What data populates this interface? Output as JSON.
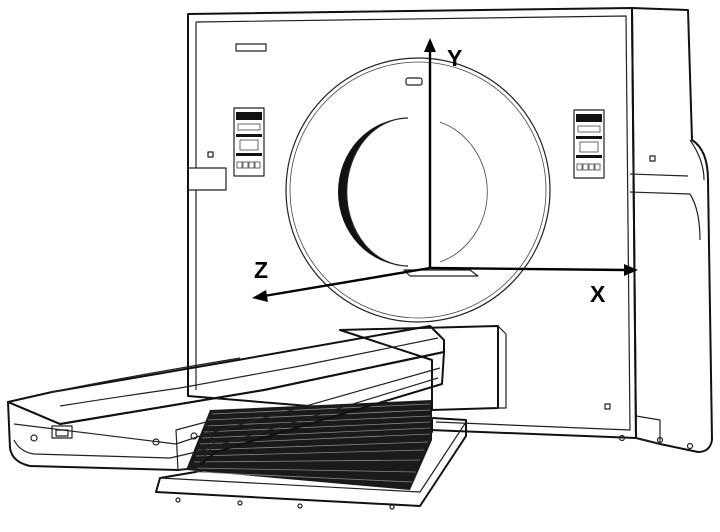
{
  "figure": {
    "axes": [
      {
        "id": "y",
        "label": "Y"
      },
      {
        "id": "x",
        "label": "X"
      },
      {
        "id": "z",
        "label": "Z"
      }
    ]
  }
}
